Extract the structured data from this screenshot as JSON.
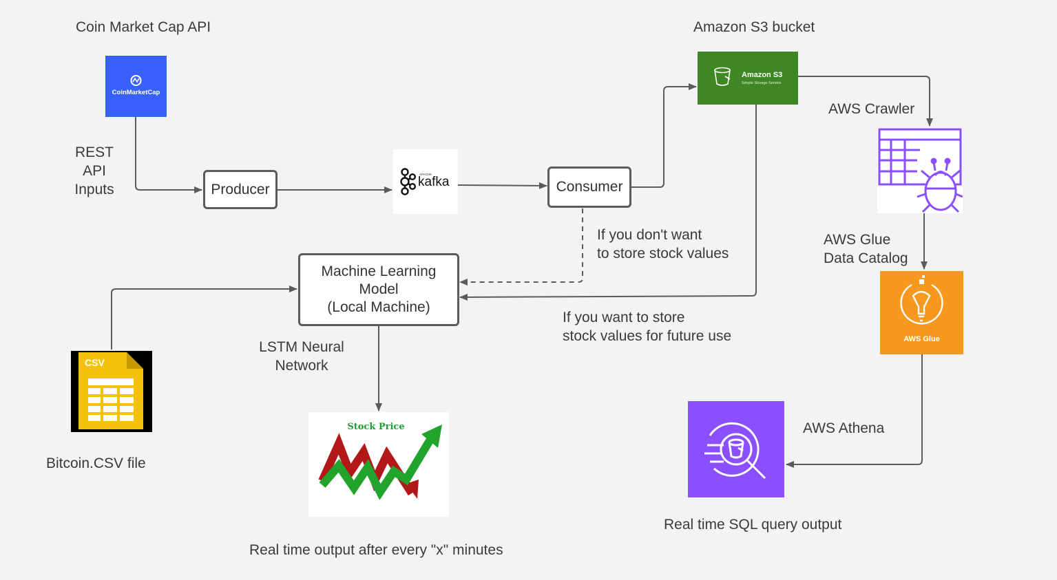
{
  "labels": {
    "coinmarketcap_api": "Coin Market Cap API",
    "rest_api": "REST\nAPI\nInputs",
    "amazon_s3_bucket": "Amazon S3 bucket",
    "aws_crawler": "AWS Crawler",
    "aws_glue_catalog": "AWS Glue\nData Catalog",
    "no_store": "If you don't want\nto store stock values",
    "store": "If you want to store\nstock values for future use",
    "lstm": "LSTM Neural\nNetwork",
    "bitcoin_csv": "Bitcoin.CSV file",
    "aws_athena": "AWS Athena",
    "realtime_output": "Real time output after every \"x\" minutes",
    "sql_output": "Real time SQL query output"
  },
  "nodes": {
    "producer": "Producer",
    "consumer": "Consumer",
    "ml_model": "Machine Learning\nModel\n(Local Machine)"
  },
  "logos": {
    "coinmarketcap": "CoinMarketCap",
    "kafka_small": "APACHE",
    "kafka": "kafka",
    "s3_title": "Amazon S3",
    "s3_sub": "Simple Storage Service",
    "csv": "CSV",
    "stock_price": "Stock Price",
    "aws_glue": "AWS Glue"
  },
  "colors": {
    "background": "#f2f3f5",
    "coinmarketcap_blue": "#3861fb",
    "s3_green": "#3f8624",
    "crawler_purple": "#8c4fff",
    "glue_orange": "#f7981f",
    "athena_purple": "#8c4fff",
    "csv_yellow": "#f4c20d",
    "connector": "#5b5b5b"
  }
}
